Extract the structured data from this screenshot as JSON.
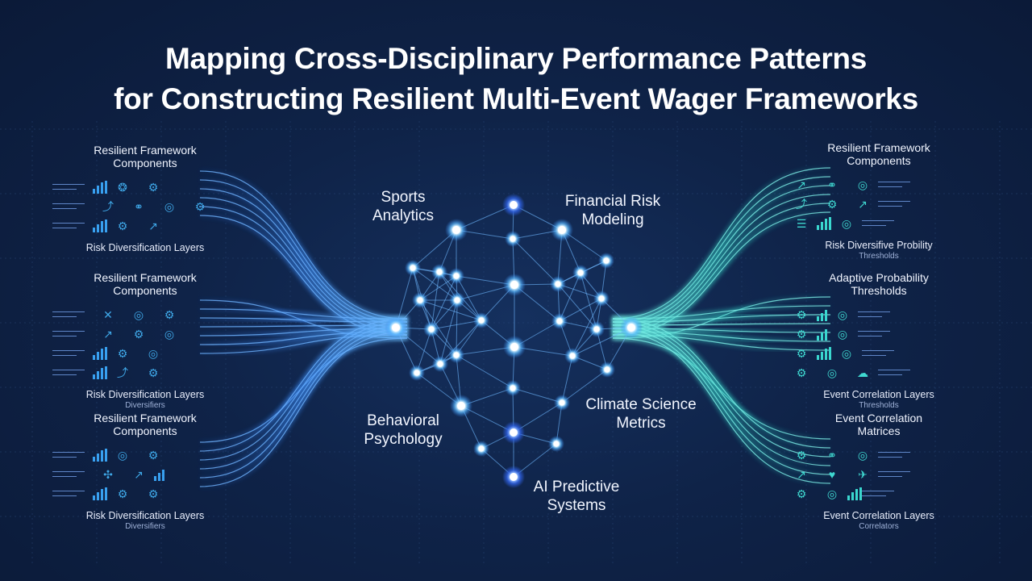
{
  "title": {
    "line1": "Mapping Cross-Disciplinary Performance Patterns",
    "line2": "for Constructing Resilient Multi-Event Wager Frameworks"
  },
  "hub_labels": {
    "sports": [
      "Sports",
      "Analytics"
    ],
    "financial": [
      "Financial Risk",
      "Modeling"
    ],
    "behavioral": [
      "Behavioral",
      "Psychology"
    ],
    "climate": [
      "Climate Science",
      "Metrics"
    ],
    "ai": [
      "AI Predictive",
      "Systems"
    ]
  },
  "left_panels": [
    {
      "head": [
        "Resilient Framework",
        "Components"
      ],
      "foot": "Risk Diversification Layers",
      "sub": ""
    },
    {
      "head": [
        "Resilient Framework",
        "Components"
      ],
      "foot": "Risk Diversification Layers",
      "sub": "Diversifiers"
    },
    {
      "head": [
        "Resilient Framework",
        "Components"
      ],
      "foot": "Risk Diversification Layers",
      "sub": "Diversifiers"
    }
  ],
  "right_panels": [
    {
      "head": [
        "Resilient Framework",
        "Components"
      ],
      "foot": "Risk Diversifive Probility",
      "sub": "Thresholds"
    },
    {
      "head": [
        "Adaptive Probability",
        "Thresholds"
      ],
      "foot": "Event Correlation Layers",
      "sub": "Thresholds"
    },
    {
      "head": [
        "Event Correlation",
        "Matrices"
      ],
      "foot": "Event Correlation Layers",
      "sub": "Correlators"
    }
  ],
  "colors": {
    "background": "#0f2348",
    "blue_stream": "#2f7fe6",
    "teal_stream": "#36d6c8",
    "node_glow": "#9fd8ff",
    "grid": "#2a4a7a"
  },
  "icons": [
    "bar-chart-icon",
    "gear-icon",
    "brain-icon",
    "trend-arrow-icon",
    "target-icon",
    "network-icon"
  ]
}
